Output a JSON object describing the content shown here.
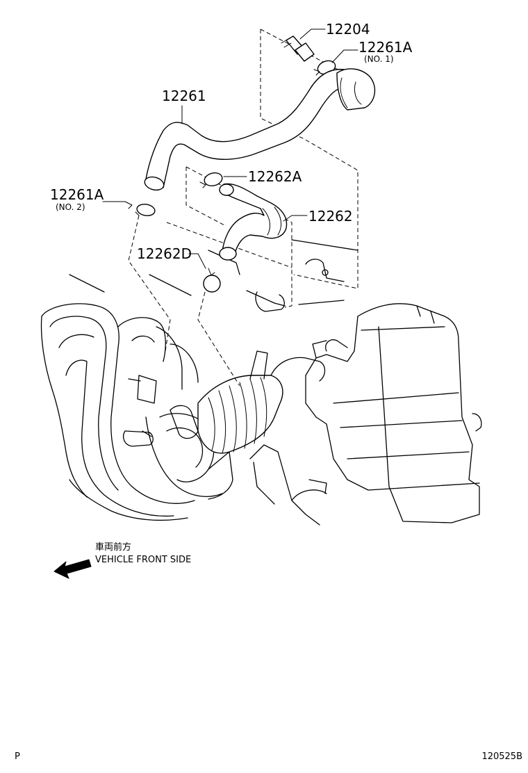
{
  "parts": [
    {
      "id": "12204",
      "sub": ""
    },
    {
      "id": "12261A",
      "sub": "(NO. 1)"
    },
    {
      "id": "12261",
      "sub": ""
    },
    {
      "id": "12262A",
      "sub": ""
    },
    {
      "id": "12261A",
      "sub": "(NO. 2)"
    },
    {
      "id": "12262",
      "sub": ""
    },
    {
      "id": "12262D",
      "sub": ""
    }
  ],
  "direction": {
    "japanese": "車両前方",
    "english": "VEHICLE FRONT SIDE"
  },
  "footer": {
    "left": "P",
    "right": "120525B"
  }
}
